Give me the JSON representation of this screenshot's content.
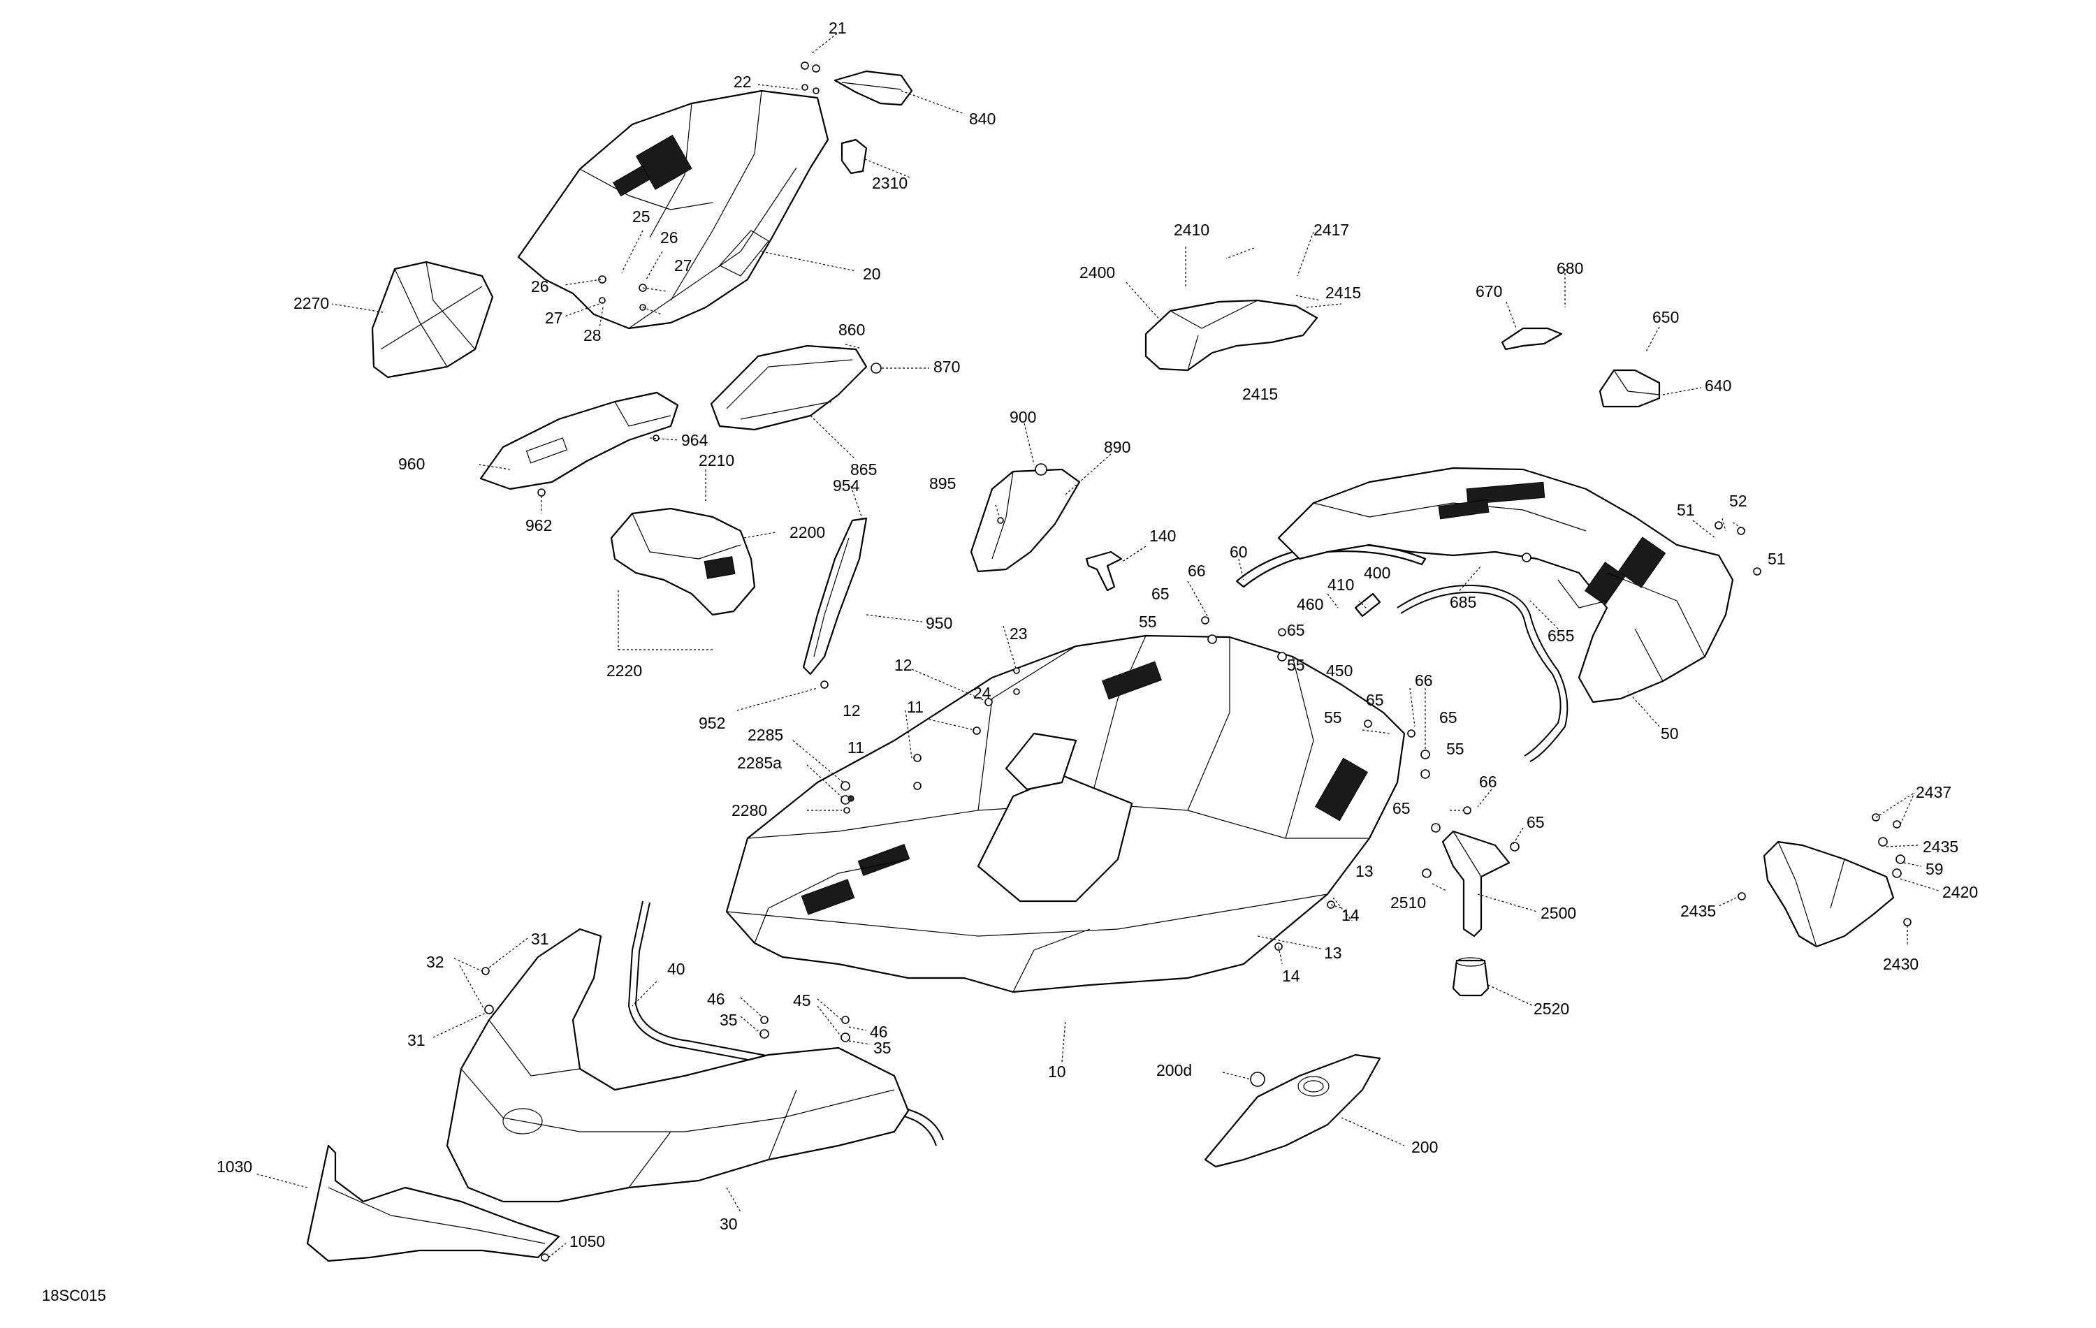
{
  "diagram_code": "18SC015",
  "callouts": {
    "c21": "21",
    "c22": "22",
    "c840": "840",
    "c2310": "2310",
    "c20": "20",
    "c25": "25",
    "c26a": "26",
    "c26b": "26",
    "c27a": "27",
    "c27b": "27",
    "c28": "28",
    "c2270": "2270",
    "c2410": "2410",
    "c2417": "2417",
    "c2400": "2400",
    "c2415a": "2415",
    "c2415b": "2415",
    "c670": "670",
    "c680": "680",
    "c650": "650",
    "c640": "640",
    "c860": "860",
    "c870": "870",
    "c865": "865",
    "c960": "960",
    "c964": "964",
    "c962": "962",
    "c2210": "2210",
    "c2200": "2200",
    "c2220": "2220",
    "c954": "954",
    "c950": "950",
    "c952": "952",
    "c900": "900",
    "c890": "890",
    "c895": "895",
    "c140": "140",
    "c60": "60",
    "c66a": "66",
    "c65a": "65",
    "c55a": "55",
    "c65b": "65",
    "c55b": "55",
    "c410": "410",
    "c400": "400",
    "c460": "460",
    "c450": "450",
    "c685": "685",
    "c655": "655",
    "c51a": "51",
    "c52": "52",
    "c51b": "51",
    "c50": "50",
    "c23": "23",
    "c12a": "12",
    "c24": "24",
    "c11a": "11",
    "c12b": "12",
    "c11b": "11",
    "c2285": "2285",
    "c2285a": "2285a",
    "c2280": "2280",
    "c55c": "55",
    "c65c": "65",
    "c66b": "66",
    "c65d": "65",
    "c55d": "55",
    "c65e": "65",
    "c66c": "66",
    "c65f": "65",
    "c13a": "13",
    "c14a": "14",
    "c13b": "13",
    "c14b": "14",
    "c2510": "2510",
    "c2500": "2500",
    "c2520": "2520",
    "c2437": "2437",
    "c2435a": "2435",
    "c59": "59",
    "c2435b": "2435",
    "c2420": "2420",
    "c2430": "2430",
    "c32": "32",
    "c31a": "31",
    "c31b": "31",
    "c40": "40",
    "c46a": "46",
    "c45": "45",
    "c46b": "46",
    "c35a": "35",
    "c35b": "35",
    "c10": "10",
    "c30": "30",
    "c200d": "200d",
    "c200": "200",
    "c1030": "1030",
    "c1050": "1050"
  }
}
